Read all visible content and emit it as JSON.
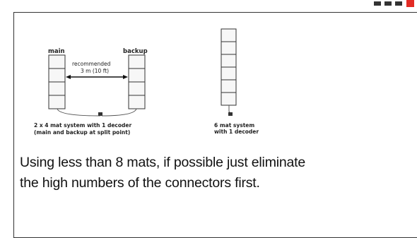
{
  "diagram": {
    "main_label": "main",
    "backup_label": "backup",
    "recommended_line1": "recommended",
    "recommended_line2": "3 m (10 ft)",
    "system1_caption_line1": "2 x 4 mat system with 1 decoder",
    "system1_caption_line2": "(main and backup at split point)",
    "system2_caption_line1": "6 mat system",
    "system2_caption_line2": "with 1 decoder"
  },
  "caption": {
    "line1": "Using less than 8 mats, if possible just eliminate",
    "line2": "the high numbers of the connectors first."
  },
  "colors": {
    "frame": "#333333",
    "accent_red": "#e32b24",
    "mat_fill": "#f7f7f7",
    "mat_stroke": "#333333"
  },
  "icons": {
    "corner": "window-control-icons"
  }
}
